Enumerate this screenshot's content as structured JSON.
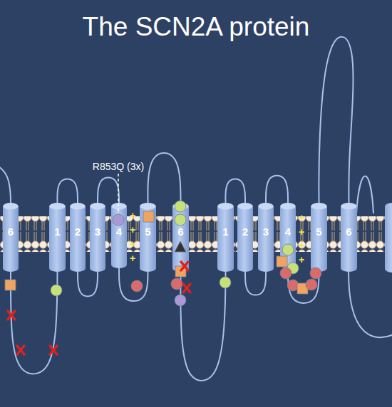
{
  "diagram": {
    "title": "The SCN2A protein",
    "nodes": [
      {
        "text": [
          "6"
        ]
      },
      {
        "text": [
          "1"
        ]
      },
      {
        "text": [
          "2"
        ]
      },
      {
        "text": [
          "3"
        ]
      },
      {
        "text": [
          "4"
        ]
      },
      {
        "text": [
          "5"
        ]
      },
      {
        "text": [
          "6"
        ]
      },
      {
        "text": [
          "1"
        ]
      },
      {
        "text": [
          "2"
        ]
      },
      {
        "text": [
          "3"
        ]
      },
      {
        "text": [
          "4"
        ]
      },
      {
        "text": [
          "5"
        ]
      },
      {
        "text": [
          "6"
        ]
      }
    ],
    "edges": [
      {
        "from": 0,
        "to": 1,
        "arrow": "none"
      },
      {
        "from": 1,
        "to": 2,
        "arrow": "none"
      },
      {
        "from": 2,
        "to": 3,
        "arrow": "none"
      },
      {
        "from": 3,
        "to": 4,
        "arrow": "none"
      },
      {
        "from": 4,
        "to": 5,
        "arrow": "none"
      },
      {
        "from": 5,
        "to": 6,
        "arrow": "none"
      },
      {
        "from": 6,
        "to": 7,
        "arrow": "none"
      },
      {
        "from": 7,
        "to": 8,
        "arrow": "none"
      },
      {
        "from": 8,
        "to": 9,
        "arrow": "none"
      },
      {
        "from": 9,
        "to": 10,
        "arrow": "none"
      },
      {
        "from": 10,
        "to": 11,
        "arrow": "none"
      },
      {
        "from": 11,
        "to": 12,
        "arrow": "none"
      }
    ],
    "labels": [
      "R853Q (3x)",
      "+",
      "+",
      "+",
      "+",
      "+",
      "+",
      "+",
      "+"
    ]
  }
}
